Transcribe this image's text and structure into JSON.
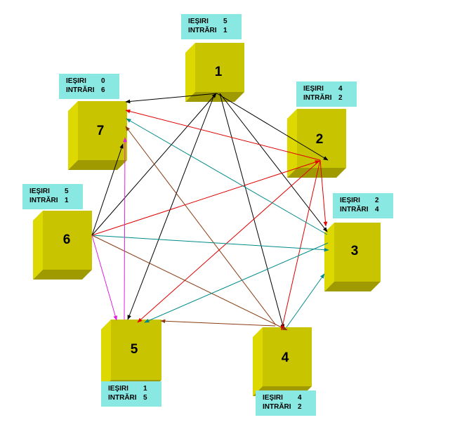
{
  "colors": {
    "cube_front": "#c8c400",
    "cube_side": "#dcd800",
    "cube_top": "#e6e230",
    "cube_shadow": "#9e9a00",
    "info_box": "#8ae8e2",
    "edge_black": "#000000",
    "edge_red": "#e00000",
    "edge_teal": "#008a8a",
    "edge_brown": "#8b3a10",
    "edge_magenta": "#e020e0"
  },
  "nodes": [
    {
      "id": "1",
      "label": "1",
      "out_label": "IEŞIRI",
      "out_value": "5",
      "in_label": "INTRĂRI",
      "in_value": "1"
    },
    {
      "id": "2",
      "label": "2",
      "out_label": "IEŞIRI",
      "out_value": "4",
      "in_label": "INTRĂRI",
      "in_value": "2"
    },
    {
      "id": "3",
      "label": "3",
      "out_label": "IEŞIRI",
      "out_value": "2",
      "in_label": "INTRĂRI",
      "in_value": "4"
    },
    {
      "id": "4",
      "label": "4",
      "out_label": "IEŞIRI",
      "out_value": "4",
      "in_label": "INTRĂRI",
      "in_value": "2"
    },
    {
      "id": "5",
      "label": "5",
      "out_label": "IEŞIRI",
      "out_value": "1",
      "in_label": "INTRĂRI",
      "in_value": "5"
    },
    {
      "id": "6",
      "label": "6",
      "out_label": "IEŞIRI",
      "out_value": "5",
      "in_label": "INTRĂRI",
      "in_value": "1"
    },
    {
      "id": "7",
      "label": "7",
      "out_label": "IEŞIRI",
      "out_value": "0",
      "in_label": "INTRĂRI",
      "in_value": "6"
    }
  ],
  "edges": [
    {
      "from": "1",
      "to": "7",
      "color": "edge_black"
    },
    {
      "from": "1",
      "to": "2",
      "color": "edge_black"
    },
    {
      "from": "1",
      "to": "3",
      "color": "edge_black"
    },
    {
      "from": "1",
      "to": "4",
      "color": "edge_black"
    },
    {
      "from": "1",
      "to": "5",
      "color": "edge_black"
    },
    {
      "from": "6",
      "to": "1",
      "color": "edge_black"
    },
    {
      "from": "6",
      "to": "7",
      "color": "edge_black"
    },
    {
      "from": "4",
      "to": "5",
      "color": "edge_brown"
    },
    {
      "from": "4",
      "to": "7",
      "color": "edge_brown"
    },
    {
      "from": "4",
      "to": "3",
      "color": "edge_teal"
    },
    {
      "from": "2",
      "to": "7",
      "color": "edge_red"
    },
    {
      "from": "2",
      "to": "3",
      "color": "edge_red"
    },
    {
      "from": "2",
      "to": "4",
      "color": "edge_red"
    },
    {
      "from": "2",
      "to": "5",
      "color": "edge_red"
    },
    {
      "from": "6",
      "to": "2",
      "color": "edge_red"
    },
    {
      "from": "6",
      "to": "3",
      "color": "edge_teal"
    },
    {
      "from": "6",
      "to": "4",
      "color": "edge_brown"
    },
    {
      "from": "6",
      "to": "5",
      "color": "edge_magenta"
    },
    {
      "from": "3",
      "to": "7",
      "color": "edge_teal"
    },
    {
      "from": "3",
      "to": "5",
      "color": "edge_teal"
    },
    {
      "from": "5",
      "to": "7",
      "color": "edge_magenta"
    }
  ]
}
